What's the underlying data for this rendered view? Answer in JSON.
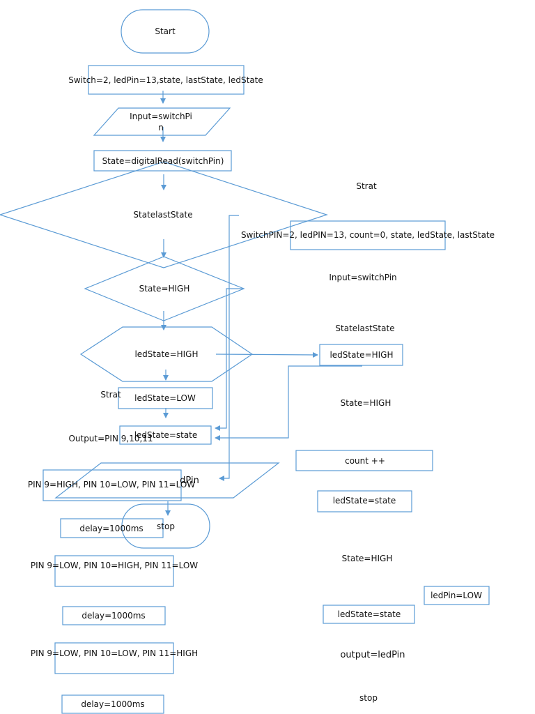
{
  "colors": {
    "stroke": "#5b9bd5",
    "text": "#111111",
    "background": "#ffffff"
  },
  "main_flow": {
    "start": "Start",
    "init": "Switch=2, ledPin=13,state, lastState, ledState",
    "input_line1": "Input=switchPi",
    "input_line2": "n",
    "read": "State=digitalRead(switchPin)",
    "compare": "StatelastState",
    "state_high": "State=HIGH",
    "led_state_high": "ledState=HIGH",
    "strat_left": "Strat",
    "led_state_low": "ledState=LOW",
    "led_state_assign": "ledState=state",
    "output_pins": "Output=PIN 9,10,11",
    "output_partial": "dPin",
    "pins_1": "PIN 9=HIGH, PIN 10=LOW, PIN 11=LOW",
    "stop": "stop",
    "delay_1": "delay=1000ms",
    "pins_2": "PIN 9=LOW, PIN 10=HIGH, PIN 11=LOW",
    "delay_2": "delay=1000ms",
    "pins_3": "PIN 9=LOW, PIN 10=LOW, PIN 11=HIGH",
    "delay_3": "delay=1000ms"
  },
  "right_flow": {
    "strat": "Strat",
    "init": "SwitchPIN=2, ledPIN=13, count=0, state, ledState, lastState",
    "input": "Input=switchPin",
    "compare": "StatelastState",
    "led_state_high": "ledState=HIGH",
    "state_high_1": "State=HIGH",
    "count": "count ++",
    "led_state_assign_1": "ledState=state",
    "state_high_2": "State=HIGH",
    "led_pin_low": "ledPin=LOW",
    "led_state_assign_2": "ledState=state",
    "output": "output=ledPin",
    "stop": "stop"
  }
}
